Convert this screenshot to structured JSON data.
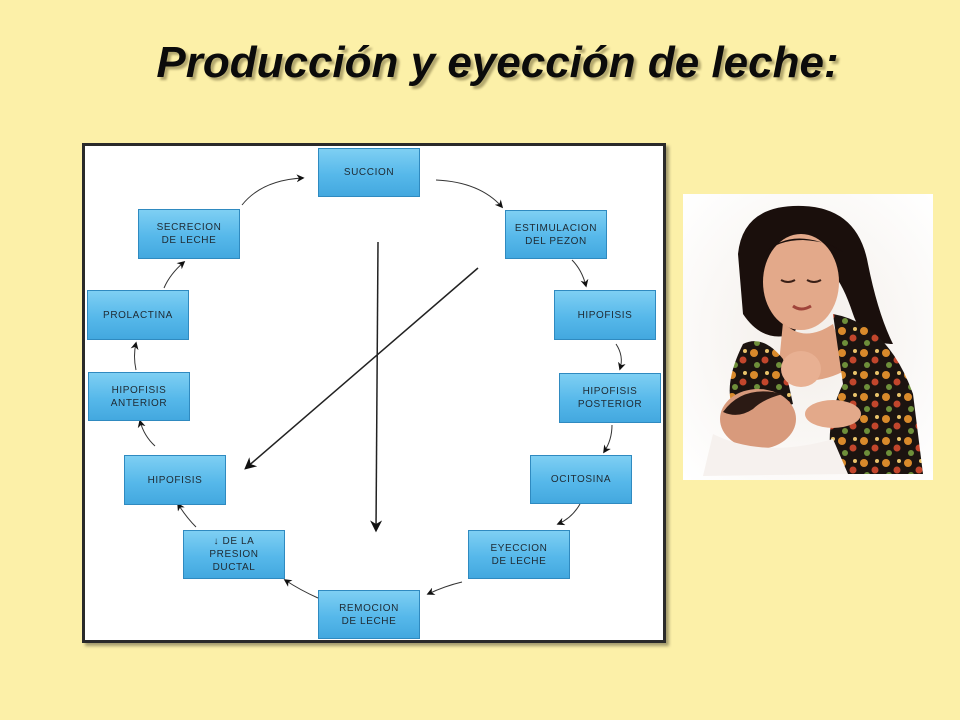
{
  "title": "Producción y eyección de leche:",
  "diagram": {
    "nodes": {
      "succion": "SUCCION",
      "estimulacion": "ESTIMULACION\nDEL PEZON",
      "hipofisis_right": "HIPOFISIS",
      "hipofisis_posterior": "HIPOFISIS\nPOSTERIOR",
      "ocitosina": "OCITOSINA",
      "eyeccion": "EYECCION\nDE LECHE",
      "remocion": "REMOCION\nDE LECHE",
      "presion": "↓ DE LA PRESION\nDUCTAL",
      "hipofisis_left": "HIPOFISIS",
      "hipofisis_anterior": "HIPOFISIS\nANTERIOR",
      "prolactina": "PROLACTINA",
      "secrecion": "SECRECION\nDE LECHE"
    }
  },
  "photo": {
    "subject": "mother-breastfeeding-baby"
  },
  "colors": {
    "background": "#FCF0A8",
    "node_fill": "#56b8ea",
    "node_border": "#2f8ac0"
  }
}
